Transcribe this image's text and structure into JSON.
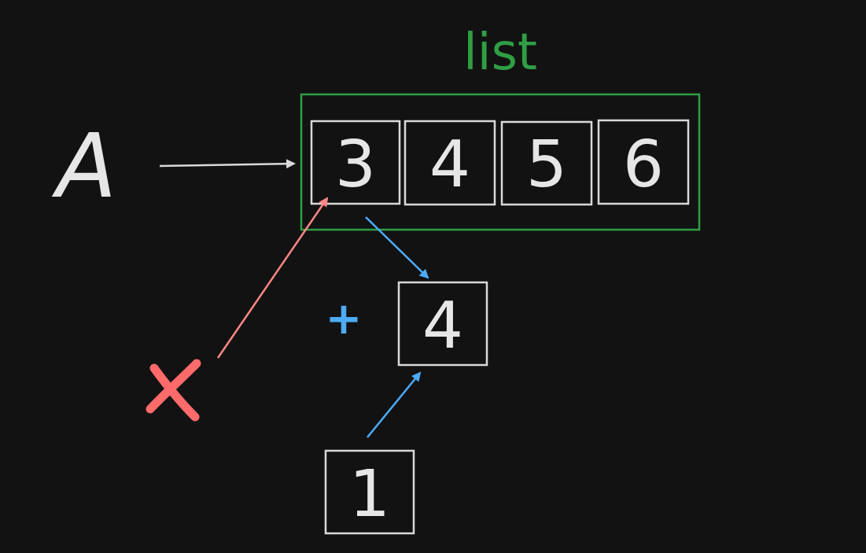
{
  "diagram": {
    "list_label": "list",
    "variable_name": "A",
    "list_items": [
      "3",
      "4",
      "5",
      "6"
    ],
    "plus_sign": "+",
    "result_value": "4",
    "operand_value": "1",
    "reject_mark": "X",
    "colors": {
      "background": "#121212",
      "list_frame": "#2f9e44",
      "box_stroke": "#d9d9d9",
      "text_white": "#e6e6e6",
      "arrow_white": "#d9d9d9",
      "arrow_red": "#ff8787",
      "reject_red": "#ff6b6b",
      "arrow_blue": "#4dabf7",
      "plus_blue": "#4dabf7"
    }
  }
}
